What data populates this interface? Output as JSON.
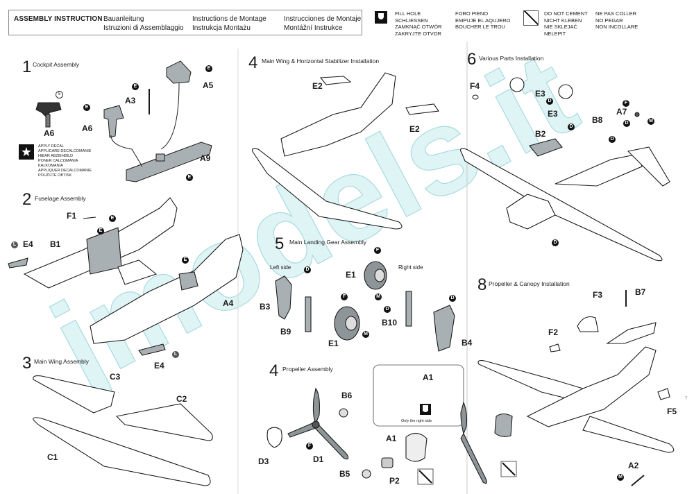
{
  "header": {
    "title": "ASSEMBLY INSTRUCTION",
    "languages": [
      [
        "Bauanleitung",
        "Istruzioni di Assemblaggio"
      ],
      [
        "Instructions de Montage",
        "Instrukcja Montażu"
      ],
      [
        "Instrucciones de Montaje",
        "Montážní Instrukce"
      ]
    ]
  },
  "legend": {
    "fill_hole": {
      "icon": "fill-hole-icon",
      "col1": [
        "FILL HOLE",
        "SCHLIESSEN",
        "ZAMKNĄĆ OTWÓR",
        "ZAKRYJTE OTVOR"
      ],
      "col2": [
        "FORO PIENO",
        "EMPUJE EL AQUJERO",
        "BOUCHER LE TROU"
      ]
    },
    "do_not_cement": {
      "icon": "no-cement-icon",
      "col1": [
        "DO NOT CEMENT",
        "NICHT KLEBEN",
        "NIE SKLEJAĆ",
        "NELEPIT"
      ],
      "col2": [
        "NE PAS COLLER",
        "NO PEGAR",
        "NON INCOLLARE"
      ]
    }
  },
  "decal_legend": {
    "icon": "star-decal-icon",
    "lines": [
      "APPLY DECAL",
      "APPLICARE DECALCOMANIE",
      "HIEAR ABZIEHBILD",
      "PONER CALCOMANIA",
      "KALKOMANIA",
      "APPLIQUER DECALCOMANIE",
      "POUŽIJTE OBTISK"
    ]
  },
  "steps": [
    {
      "number": "1",
      "title": "Cockpit Assembly",
      "parts": [
        "A6",
        "A3",
        "A5",
        "A9"
      ],
      "color_codes": [
        "5",
        "E",
        "E",
        "E",
        "E"
      ]
    },
    {
      "number": "2",
      "title": "Fuselage Assembly",
      "parts": [
        "F1",
        "E4",
        "B1",
        "A4",
        "E4"
      ],
      "color_codes": [
        "E",
        "E",
        "L",
        "E",
        "L"
      ]
    },
    {
      "number": "3",
      "title": "Main Wing Assembly",
      "parts": [
        "C3",
        "C2",
        "C1"
      ]
    },
    {
      "number": "4",
      "title": "Main Wing & Horizontal Stabilizer  Installation",
      "parts": [
        "E2",
        "E2"
      ]
    },
    {
      "number": "5",
      "title": "Main Landing Gear Assembly",
      "sides": [
        "Left side",
        "Right side"
      ],
      "parts": [
        "B3",
        "B9",
        "E1",
        "E1",
        "B10",
        "B4"
      ],
      "color_codes": [
        "D",
        "F",
        "M",
        "F",
        "M",
        "D",
        "D"
      ]
    },
    {
      "number": "4",
      "title": "Propeller Assembly",
      "parts": [
        "B6",
        "D3",
        "D1",
        "A1",
        "A1",
        "B5",
        "P2"
      ],
      "inset_note": "Only the right side",
      "color_codes": [
        "F"
      ]
    },
    {
      "number": "6",
      "title": "Various Parts Installation",
      "parts": [
        "F4",
        "E3",
        "E3",
        "B2",
        "B8",
        "A7"
      ],
      "color_codes": [
        "D",
        "D",
        "D",
        "F",
        "D",
        "M",
        "D"
      ]
    },
    {
      "number": "8",
      "title": "Propeller & Canopy Installation",
      "parts": [
        "F3",
        "B7",
        "F2",
        "F5",
        "A2"
      ],
      "color_codes": [
        "M"
      ]
    }
  ],
  "watermark": "jmodels.it",
  "page_mark": "7",
  "colors": {
    "line": "#1a1a1a",
    "part_fill": "#a9b0b3",
    "watermark": "#bfe6ea",
    "border": "#888888"
  }
}
